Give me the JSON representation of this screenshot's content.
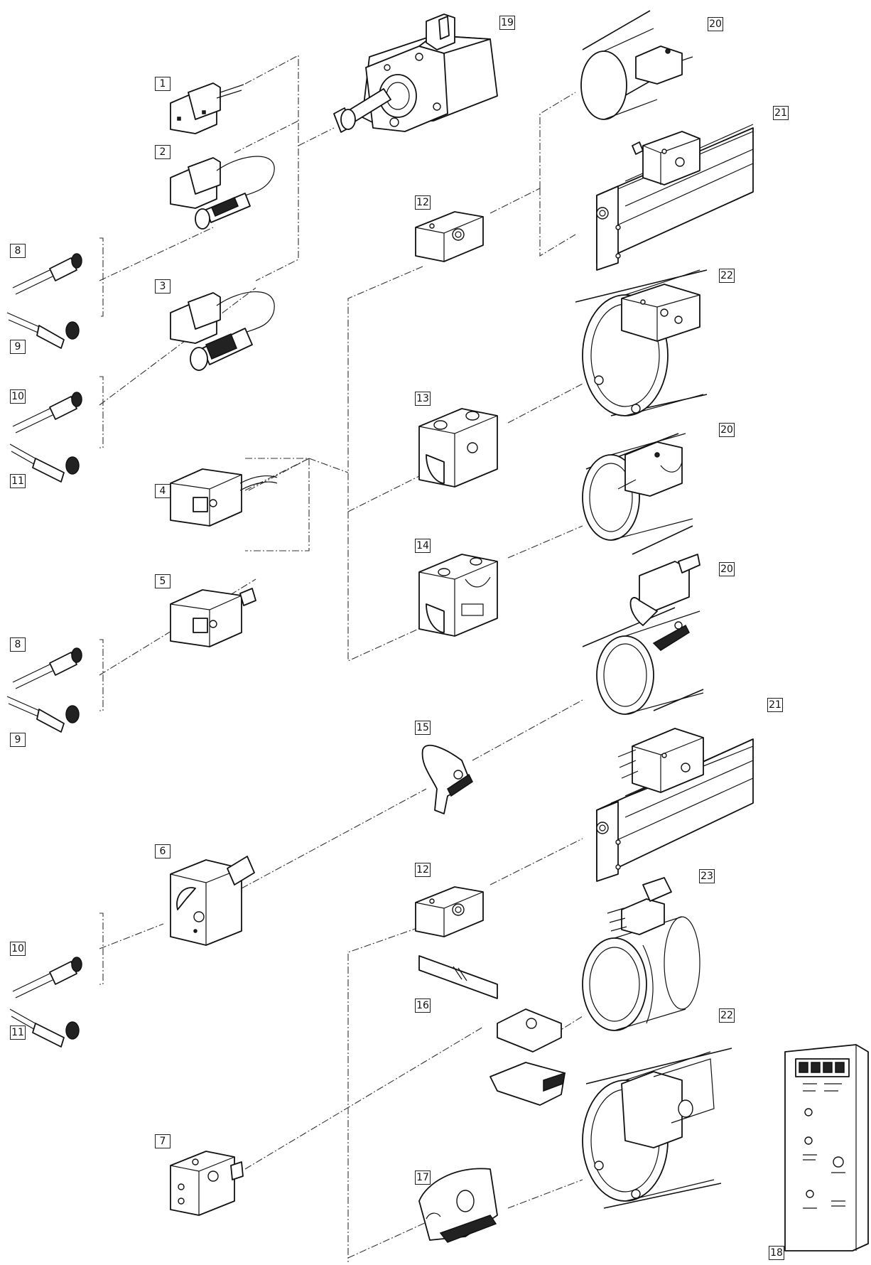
{
  "labels": {
    "l1": "1",
    "l2": "2",
    "l3": "3",
    "l4": "4",
    "l5": "5",
    "l6": "6",
    "l7": "7",
    "l8a": "8",
    "l8b": "8",
    "l9a": "9",
    "l9b": "9",
    "l10a": "10",
    "l10b": "10",
    "l11a": "11",
    "l11b": "11",
    "l12a": "12",
    "l12b": "12",
    "l13": "13",
    "l14": "14",
    "l15": "15",
    "l16": "16",
    "l17": "17",
    "l18": "18",
    "l19": "19",
    "l20a": "20",
    "l20b": "20",
    "l20c": "20",
    "l21a": "21",
    "l21b": "21",
    "l22a": "22",
    "l22b": "22",
    "l23": "23"
  },
  "colors": {
    "line": "#111111",
    "background": "#ffffff"
  }
}
